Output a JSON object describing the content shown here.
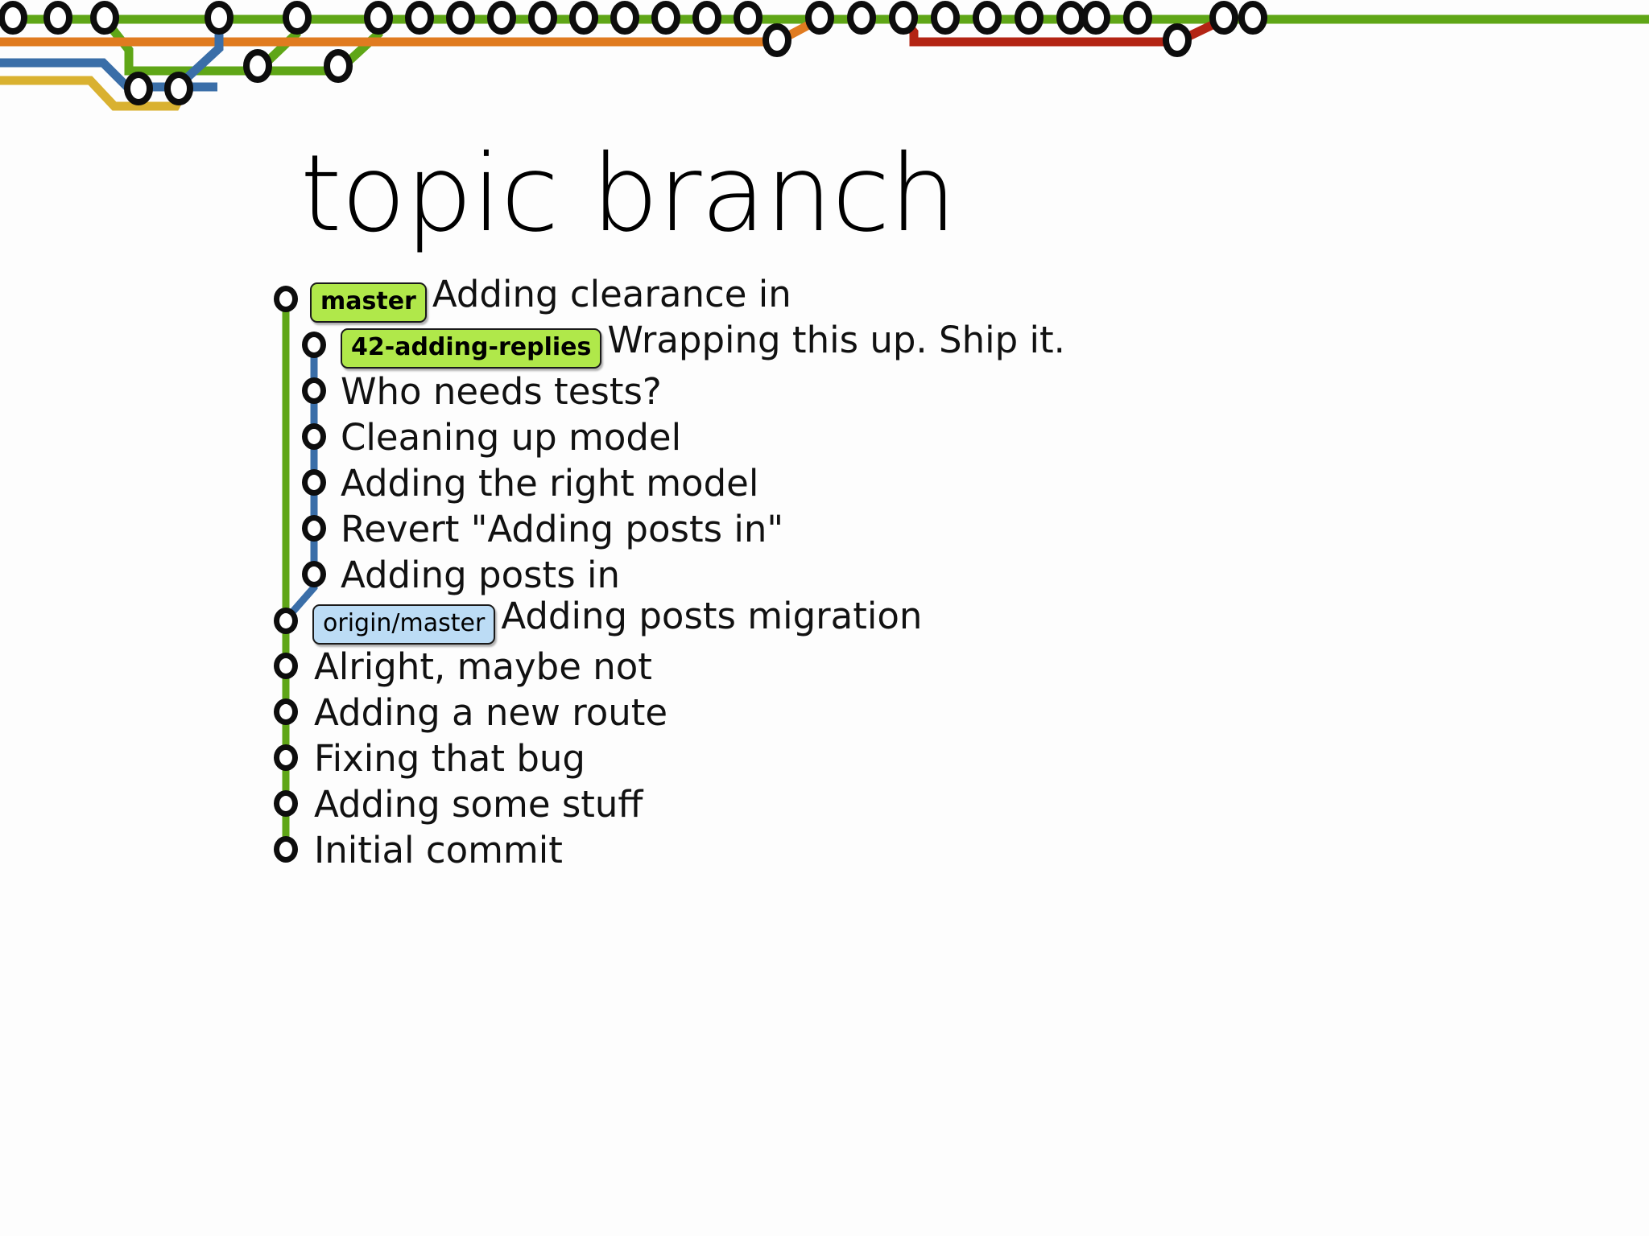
{
  "page": {
    "title": "topic branch",
    "background": "#ffffff"
  },
  "colors": {
    "branch_green": "#5fa617",
    "branch_orange": "#e07b20",
    "branch_blue": "#3a6ea8",
    "branch_gold": "#d9b130",
    "branch_red": "#b32414",
    "node_stroke": "#0d0d0d",
    "badge_green_bg": "#b0e84a",
    "badge_blue_bg": "#bcdcf5",
    "badge_border": "#1a1a1a",
    "text": "#111111"
  },
  "railway": {
    "name": "git-branch-railway-graph",
    "lanes": [
      {
        "id": "lane-green",
        "color": "#5fa617",
        "label": "green-branch-line"
      },
      {
        "id": "lane-orange",
        "color": "#e07b20",
        "label": "orange-branch-line"
      },
      {
        "id": "lane-blue",
        "color": "#3a6ea8",
        "label": "blue-branch-line"
      },
      {
        "id": "lane-gold",
        "color": "#d9b130",
        "label": "gold-branch-line"
      },
      {
        "id": "lane-red",
        "color": "#b32414",
        "label": "red-branch-line"
      }
    ],
    "top_row_node_count": 27,
    "lower_node_count": 7
  },
  "commits": [
    {
      "message": "Adding clearance in",
      "lane": "master",
      "badges": [
        {
          "text": "master",
          "style": "green"
        }
      ]
    },
    {
      "message": "Wrapping this up. Ship it.",
      "lane": "topic",
      "badges": [
        {
          "text": "42-adding-replies",
          "style": "green"
        }
      ]
    },
    {
      "message": "Who needs tests?",
      "lane": "topic",
      "badges": []
    },
    {
      "message": "Cleaning up model",
      "lane": "topic",
      "badges": []
    },
    {
      "message": "Adding the right model",
      "lane": "topic",
      "badges": []
    },
    {
      "message": "Revert \"Adding posts in\"",
      "lane": "topic",
      "badges": []
    },
    {
      "message": "Adding posts in",
      "lane": "topic",
      "badges": []
    },
    {
      "message": "Adding posts migration",
      "lane": "master",
      "badges": [
        {
          "text": "origin/master",
          "style": "blue"
        }
      ]
    },
    {
      "message": "Alright, maybe not",
      "lane": "master",
      "badges": []
    },
    {
      "message": "Adding a new route",
      "lane": "master",
      "badges": []
    },
    {
      "message": "Fixing that bug",
      "lane": "master",
      "badges": []
    },
    {
      "message": "Adding some stuff",
      "lane": "master",
      "badges": []
    },
    {
      "message": "Initial commit",
      "lane": "master",
      "badges": []
    }
  ]
}
